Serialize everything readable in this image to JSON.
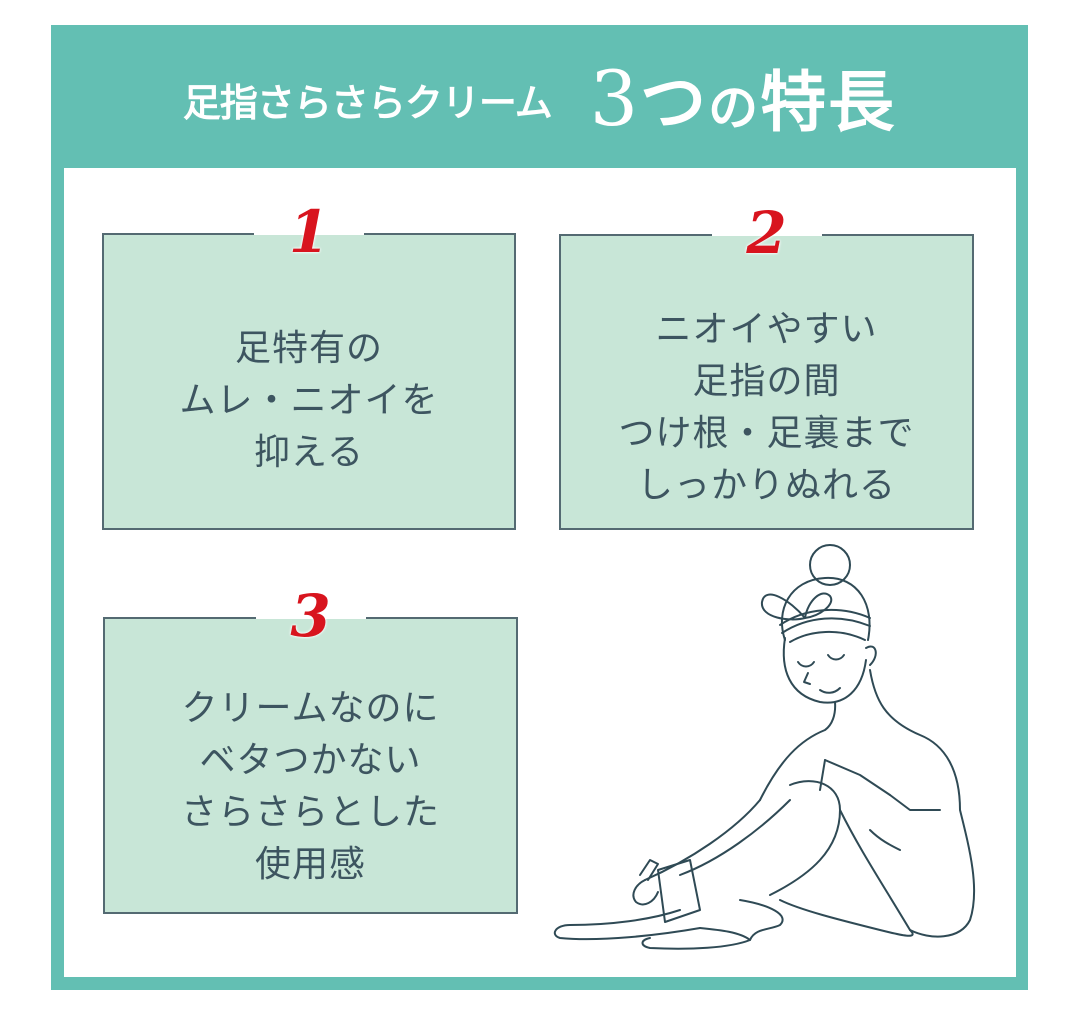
{
  "header": {
    "subtitle": "足指さらさらクリーム",
    "title_num": "3",
    "title_tsu": "つ",
    "title_no": "の",
    "title_rest": "特長"
  },
  "features": [
    {
      "number": "1",
      "lines": [
        "足特有の",
        "ムレ・ニオイを",
        "抑える"
      ]
    },
    {
      "number": "2",
      "lines": [
        "ニオイやすい",
        "足指の間",
        "つけ根・足裏まで",
        "しっかりぬれる"
      ]
    },
    {
      "number": "3",
      "lines": [
        "クリームなのに",
        "ベタつかない",
        "さらさらとした",
        "使用感"
      ]
    }
  ],
  "illustration": {
    "subject": "woman-applying-cream-to-foot"
  },
  "colors": {
    "frame_teal": "#63bfb3",
    "box_fill": "#c8e6d7",
    "box_border": "#546a72",
    "number_red": "#d8141e",
    "text": "#3d5560"
  }
}
